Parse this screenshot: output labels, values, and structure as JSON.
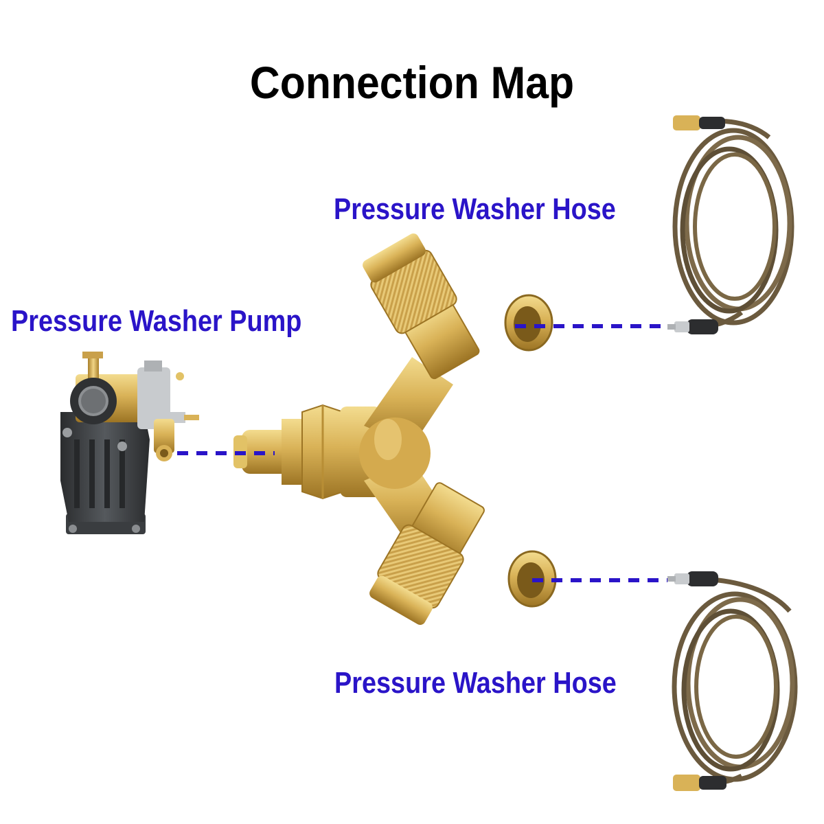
{
  "title": "Connection Map",
  "labels": {
    "pump": "Pressure Washer Pump",
    "hose_top": "Pressure Washer Hose",
    "hose_bottom": "Pressure Washer Hose"
  },
  "colors": {
    "title": "#000000",
    "label": "#2a14c8",
    "connector_line": "#2a14c8",
    "brass": "#d8b45a",
    "brass_dark": "#a97f2a",
    "hose": "#6b5a3e",
    "pump_body": "#3a3d40"
  }
}
